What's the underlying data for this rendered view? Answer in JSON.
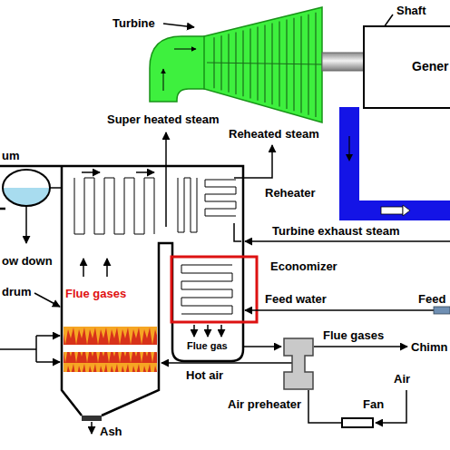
{
  "diagram": {
    "nodes": [
      {
        "text": [
          "Gener"
        ]
      },
      {
        "text": [
          "Air preheater"
        ]
      },
      {
        "text": [
          "Fan"
        ]
      }
    ],
    "edges": [
      {
        "from": 2,
        "to": 1,
        "arrow": "none"
      }
    ],
    "labels": [
      "Turbine",
      "Shaft",
      "um",
      "Super heated steam",
      "Reheated steam",
      "Reheater",
      "Turbine exhaust steam",
      "ow down",
      "drum",
      "Flue gases",
      "Economizer",
      "Feed water",
      "Feed",
      "Flue gas",
      "Flue gases",
      "Chimn",
      "Hot air",
      "Air",
      "Ash"
    ]
  }
}
